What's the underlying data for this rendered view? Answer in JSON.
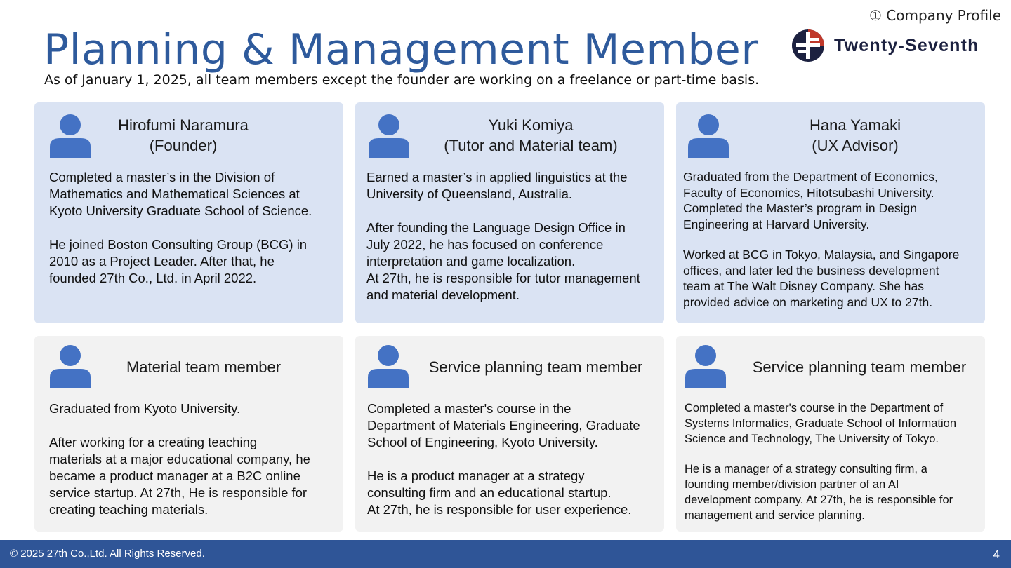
{
  "header": {
    "section_label": "① Company Profile",
    "title": "Planning & Management Member",
    "subtitle": "As of January 1, 2025, all team members except the founder are working on a freelance or part-time basis.",
    "logo_text": "Twenty-Seventh",
    "logo_icon": "twenty-seventh-logo-mark"
  },
  "colors": {
    "title": "#2e5a9c",
    "card_blue": "#dae3f3",
    "card_gray": "#f2f2f2",
    "avatar": "#4472c4",
    "footer": "#2f5597"
  },
  "members": [
    {
      "name": "Hirofumi Naramura\n(Founder)",
      "paragraphs": [
        "Completed a master’s in the Division of\nMathematics and Mathematical Sciences at\nKyoto University Graduate School of Science.",
        "He joined Boston Consulting Group (BCG) in\n2010 as a Project Leader. After that, he\nfounded 27th Co., Ltd. in April 2022."
      ]
    },
    {
      "name": "Yuki Komiya\n(Tutor and Material team)",
      "paragraphs": [
        "Earned a master’s in applied linguistics at the\nUniversity of Queensland, Australia.",
        "After founding the Language Design Office in\nJuly 2022, he has focused on conference\ninterpretation and game localization.\nAt 27th, he is responsible for tutor management\nand material development."
      ]
    },
    {
      "name": "Hana Yamaki\n(UX Advisor)",
      "paragraphs": [
        "Graduated from the Department of Economics,\nFaculty of Economics, Hitotsubashi University.\nCompleted the Master’s program in Design\nEngineering at Harvard University.",
        "Worked at BCG in Tokyo, Malaysia, and Singapore\noffices, and later led the business development\nteam at The Walt Disney Company. She has\nprovided advice on marketing and UX to 27th."
      ]
    },
    {
      "name": "Material team member",
      "paragraphs": [
        "Graduated from Kyoto University.",
        "After working for a creating teaching\nmaterials at a major educational company, he\nbecame a product manager at a B2C online\nservice startup. At 27th, He is responsible for\ncreating teaching materials."
      ]
    },
    {
      "name": "Service planning team member",
      "paragraphs": [
        "Completed a master's course in the\nDepartment of Materials Engineering, Graduate\nSchool of Engineering, Kyoto University.",
        "He is a product manager at a strategy\nconsulting firm and an educational startup.\nAt 27th, he is responsible for user experience."
      ]
    },
    {
      "name": "Service planning team member",
      "paragraphs": [
        "Completed a master's course in the Department of\nSystems Informatics, Graduate School of Information\nScience and Technology, The University of Tokyo.",
        "He is a manager of a strategy consulting firm, a\nfounding member/division partner of an AI\ndevelopment company. At 27th, he is responsible for\nmanagement and service planning."
      ]
    }
  ],
  "footer": {
    "copyright": "© 2025 27th Co.,Ltd.  All Rights Reserved.",
    "page_number": "4"
  }
}
